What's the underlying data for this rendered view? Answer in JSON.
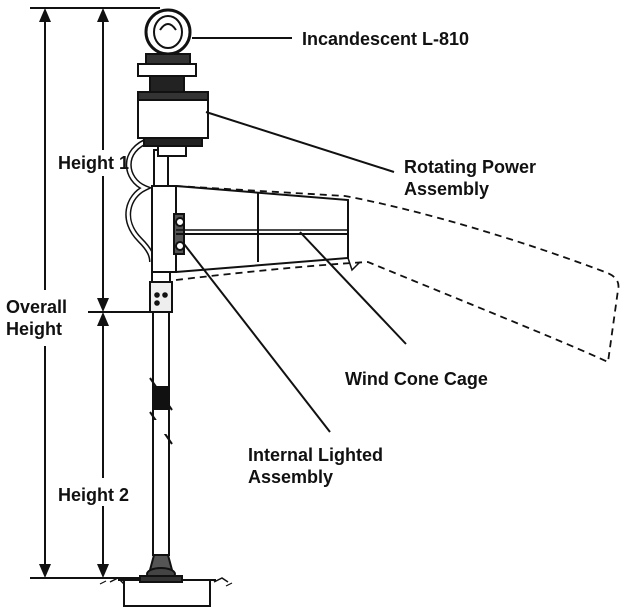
{
  "labels": {
    "incandescent": "Incandescent L-810",
    "rotating_power_1": "Rotating Power",
    "rotating_power_2": "Assembly",
    "height1": "Height 1",
    "overall_1": "Overall",
    "overall_2": "Height",
    "wind_cone_cage": "Wind Cone Cage",
    "internal_lighted_1": "Internal Lighted",
    "internal_lighted_2": "Assembly",
    "height2": "Height 2"
  },
  "colors": {
    "ink": "#111111",
    "background": "#ffffff"
  },
  "icons": [
    "wind-cone-illustration",
    "dimension-arrow"
  ]
}
